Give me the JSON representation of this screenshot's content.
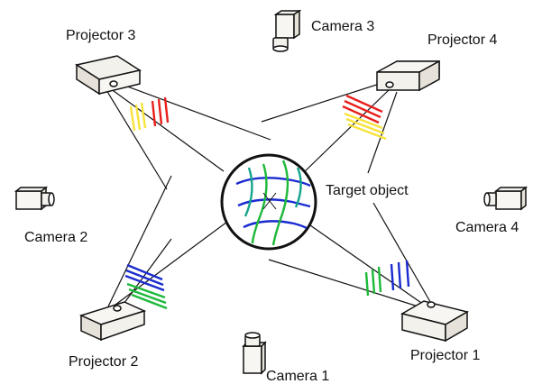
{
  "labels": {
    "projector_1": "Projector 1",
    "projector_2": "Projector 2",
    "projector_3": "Projector 3",
    "projector_4": "Projector 4",
    "camera_1": "Camera 1",
    "camera_2": "Camera 2",
    "camera_3": "Camera 3",
    "camera_4": "Camera 4",
    "target": "Target object"
  },
  "colors": {
    "line": "#111111",
    "projector_fill": "#f3f1ec",
    "camera_fill": "#f3f1ec",
    "red": "#e8201c",
    "yellow": "#f7e33a",
    "blue": "#1a2bd0",
    "green": "#1db93a",
    "teal": "#14a58c"
  }
}
